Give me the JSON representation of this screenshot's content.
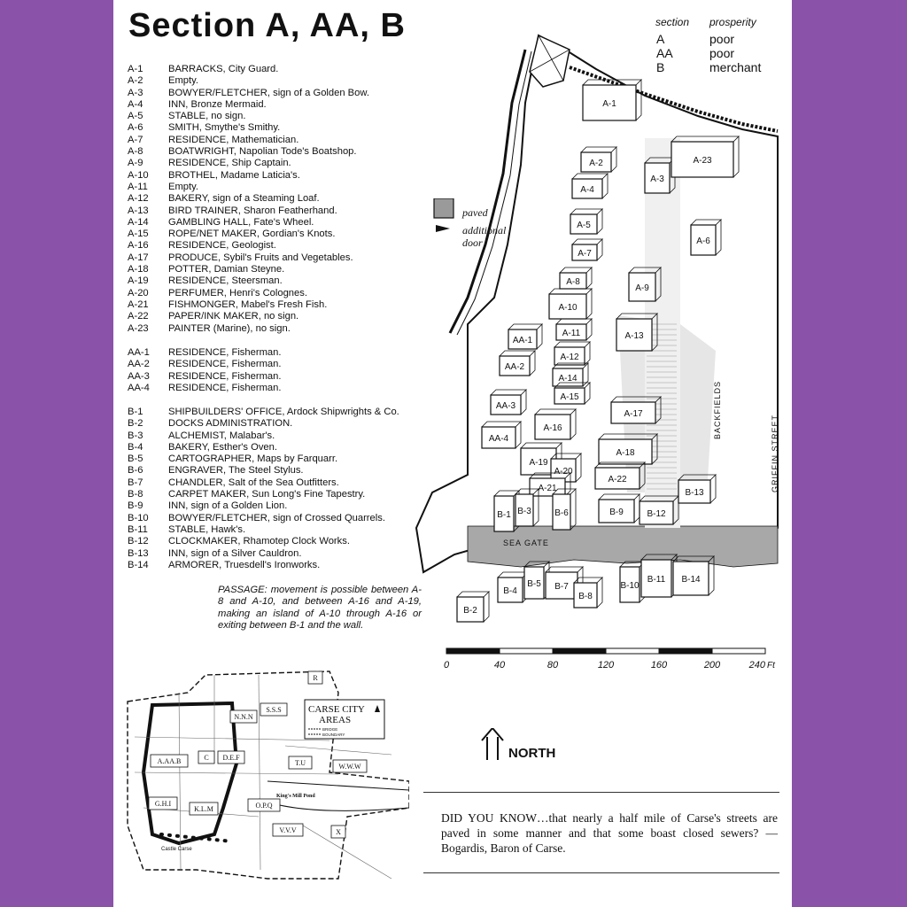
{
  "title": "Section A, AA, B",
  "legend_table": {
    "headers": [
      "section",
      "prosperity"
    ],
    "rows": [
      [
        "A",
        "poor"
      ],
      [
        "AA",
        "poor"
      ],
      [
        "B",
        "merchant"
      ]
    ]
  },
  "section_a": [
    {
      "code": "A-1",
      "desc": "BARRACKS, City Guard."
    },
    {
      "code": "A-2",
      "desc": "Empty."
    },
    {
      "code": "A-3",
      "desc": "BOWYER/FLETCHER, sign of a Golden Bow."
    },
    {
      "code": "A-4",
      "desc": "INN, Bronze Mermaid."
    },
    {
      "code": "A-5",
      "desc": "STABLE, no sign."
    },
    {
      "code": "A-6",
      "desc": "SMITH, Smythe's Smithy."
    },
    {
      "code": "A-7",
      "desc": "RESIDENCE, Mathematician."
    },
    {
      "code": "A-8",
      "desc": "BOATWRIGHT, Napolian Tode's Boatshop."
    },
    {
      "code": "A-9",
      "desc": "RESIDENCE, Ship Captain."
    },
    {
      "code": "A-10",
      "desc": "BROTHEL, Madame Laticia's."
    },
    {
      "code": "A-11",
      "desc": "Empty."
    },
    {
      "code": "A-12",
      "desc": "BAKERY, sign of a Steaming Loaf."
    },
    {
      "code": "A-13",
      "desc": "BIRD TRAINER, Sharon Featherhand."
    },
    {
      "code": "A-14",
      "desc": "GAMBLING HALL, Fate's Wheel."
    },
    {
      "code": "A-15",
      "desc": "ROPE/NET MAKER, Gordian's Knots."
    },
    {
      "code": "A-16",
      "desc": "RESIDENCE, Geologist."
    },
    {
      "code": "A-17",
      "desc": "PRODUCE, Sybil's Fruits and Vegetables."
    },
    {
      "code": "A-18",
      "desc": "POTTER, Damian Steyne."
    },
    {
      "code": "A-19",
      "desc": "RESIDENCE, Steersman."
    },
    {
      "code": "A-20",
      "desc": "PERFUMER, Henri's Colognes."
    },
    {
      "code": "A-21",
      "desc": "FISHMONGER, Mabel's Fresh Fish."
    },
    {
      "code": "A-22",
      "desc": "PAPER/INK MAKER, no sign."
    },
    {
      "code": "A-23",
      "desc": "PAINTER (Marine), no sign."
    }
  ],
  "section_aa": [
    {
      "code": "AA-1",
      "desc": "RESIDENCE, Fisherman."
    },
    {
      "code": "AA-2",
      "desc": "RESIDENCE, Fisherman."
    },
    {
      "code": "AA-3",
      "desc": "RESIDENCE, Fisherman."
    },
    {
      "code": "AA-4",
      "desc": "RESIDENCE, Fisherman."
    }
  ],
  "section_b": [
    {
      "code": "B-1",
      "desc": "SHIPBUILDERS' OFFICE, Ardock Shipwrights & Co."
    },
    {
      "code": "B-2",
      "desc": "DOCKS ADMINISTRATION."
    },
    {
      "code": "B-3",
      "desc": "ALCHEMIST, Malabar's."
    },
    {
      "code": "B-4",
      "desc": "BAKERY, Esther's Oven."
    },
    {
      "code": "B-5",
      "desc": "CARTOGRAPHER, Maps by Farquarr."
    },
    {
      "code": "B-6",
      "desc": "ENGRAVER, The Steel Stylus."
    },
    {
      "code": "B-7",
      "desc": "CHANDLER, Salt of the Sea Outfitters."
    },
    {
      "code": "B-8",
      "desc": "CARPET MAKER, Sun Long's Fine Tapestry."
    },
    {
      "code": "B-9",
      "desc": "INN, sign of a Golden Lion."
    },
    {
      "code": "B-10",
      "desc": "BOWYER/FLETCHER, sign of Crossed Quarrels."
    },
    {
      "code": "B-11",
      "desc": "STABLE, Hawk's."
    },
    {
      "code": "B-12",
      "desc": "CLOCKMAKER, Rhamotep Clock Works."
    },
    {
      "code": "B-13",
      "desc": "INN, sign of a Silver Cauldron."
    },
    {
      "code": "B-14",
      "desc": "ARMORER, Truesdell's Ironworks."
    }
  ],
  "passage_note": "PASSAGE: movement is possible between A-8 and A-10, and between A-16 and A-19, making an island of A-10 through A-16 or exiting between B-1 and the wall.",
  "map_legend": {
    "paved": "paved",
    "additional": "additional",
    "door": "door"
  },
  "street_labels": {
    "backfields": "BACKFIELDS",
    "griffin": "GRIFFIN STREET",
    "sea_gate": "SEA GATE"
  },
  "map_labels": [
    "A-1",
    "A-2",
    "A-3",
    "A-4",
    "A-5",
    "A-6",
    "A-7",
    "A-8",
    "A-9",
    "A-10",
    "A-11",
    "A-12",
    "A-13",
    "A-14",
    "A-15",
    "A-16",
    "A-17",
    "A-18",
    "A-19",
    "A-20",
    "A-21",
    "A-22",
    "A-23",
    "AA-1",
    "AA-2",
    "AA-3",
    "AA-4",
    "B-1",
    "B-2",
    "B-3",
    "B-4",
    "B-5",
    "B-6",
    "B-7",
    "B-8",
    "B-9",
    "B-10",
    "B-11",
    "B-12",
    "B-13",
    "B-14"
  ],
  "scale": {
    "ticks": [
      "0",
      "40",
      "80",
      "120",
      "160",
      "200",
      "240"
    ],
    "unit": "Ft"
  },
  "north_label": "NORTH",
  "inset": {
    "title_line1": "CARSE CITY",
    "title_line2": "AREAS",
    "key_bridge": "BRIDGE",
    "key_boundary": "BOUNDARY",
    "area_labels": [
      "A.AA.B",
      "C",
      "D.E.F",
      "G.H.I",
      "K.L.M",
      "N.N.N",
      "O.P.Q",
      "S.S.S",
      "T.U",
      "W.W.W",
      "V.V.V",
      "X",
      "R"
    ],
    "pond": "King's Mill Pond",
    "castle": "Castle Carse"
  },
  "did_you_know": "DID YOU KNOW…that nearly a half mile of Carse's streets are paved in some manner and that some boast closed sewers? — Bogardis, Baron of Carse."
}
